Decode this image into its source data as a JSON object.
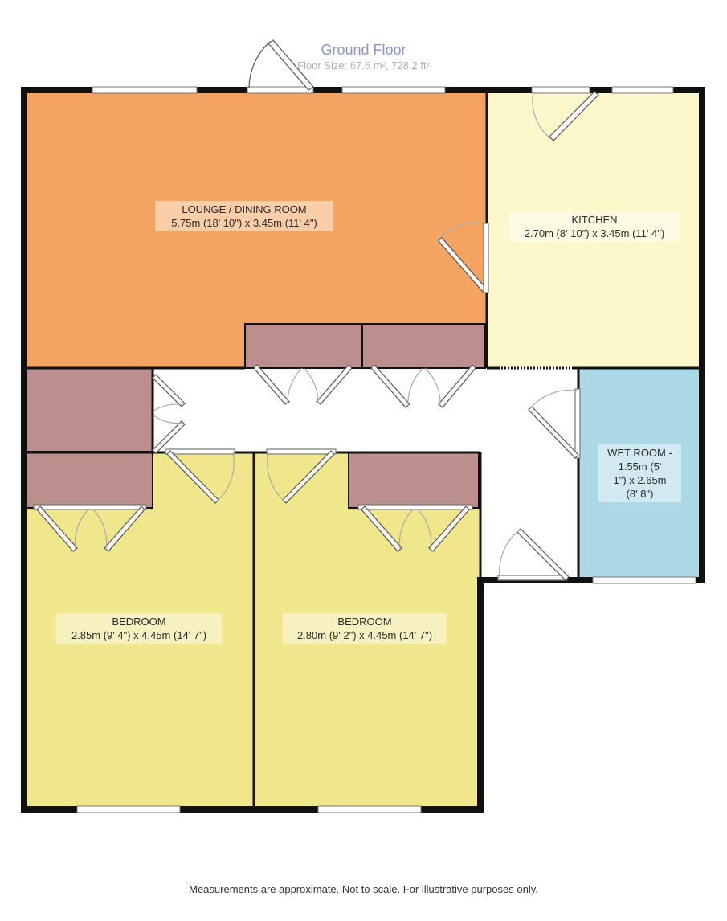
{
  "header": {
    "title": "Ground Floor",
    "floor_size": "Floor Size: 67.6 m², 728.2 ft²"
  },
  "rooms": {
    "lounge": {
      "name": "LOUNGE / DINING ROOM",
      "size": "5.75m (18' 10\") x 3.45m (11' 4\")",
      "color": "#f4a460"
    },
    "kitchen": {
      "name": "KITCHEN",
      "size": "2.70m (8' 10\") x 3.45m (11' 4\")",
      "color": "#fdf8cc"
    },
    "wet_room": {
      "name": "WET ROOM -",
      "size_l1": "1.55m (5'",
      "size_l2": "1\") x 2.65m",
      "size_l3": "(8' 8\")",
      "color": "#add8e6"
    },
    "bedroom1": {
      "name": "BEDROOM",
      "size": "2.85m (9' 4\") x 4.45m (14' 7\")",
      "color": "#f0e68c"
    },
    "bedroom2": {
      "name": "BEDROOM",
      "size": "2.80m (9' 2\") x 4.45m (14' 7\")",
      "color": "#f0e68c"
    }
  },
  "colors": {
    "wall": "#111111",
    "cupboard": "#bc8f8f",
    "hallway": "#ffffff"
  },
  "footer": "Measurements are approximate. Not to scale. For illustrative purposes only."
}
